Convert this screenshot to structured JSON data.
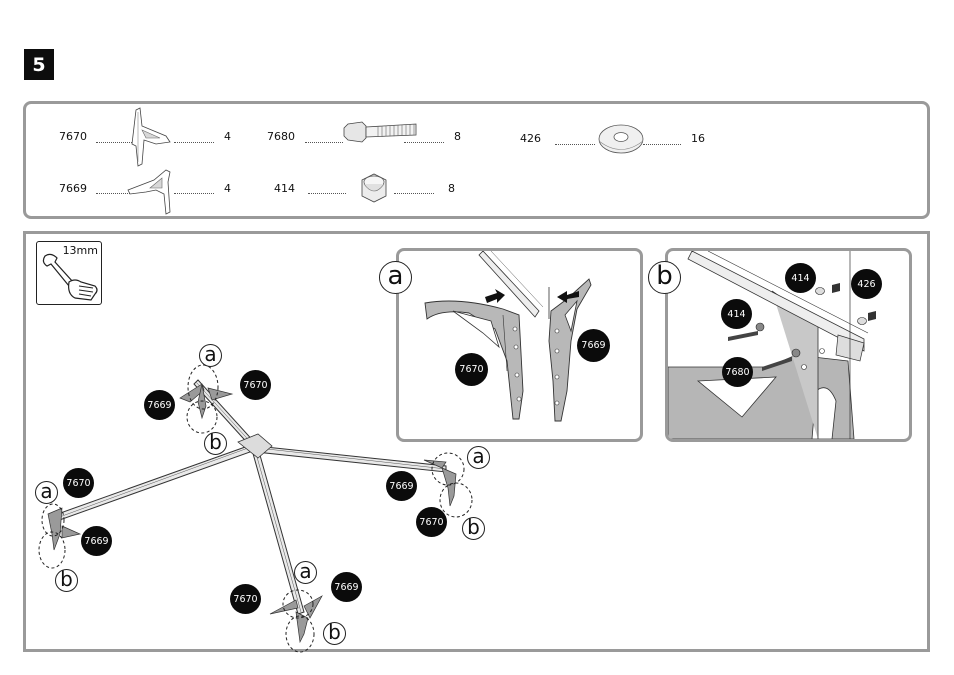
{
  "step": {
    "number": "5"
  },
  "parts": [
    {
      "code": "7670",
      "qty": "4",
      "icon": "bracket-7670-icon"
    },
    {
      "code": "7680",
      "qty": "8",
      "icon": "bolt-icon"
    },
    {
      "code": "426",
      "qty": "16",
      "icon": "washer-icon"
    },
    {
      "code": "7669",
      "qty": "4",
      "icon": "bracket-7669-icon"
    },
    {
      "code": "414",
      "qty": "8",
      "icon": "nut-icon"
    }
  ],
  "tool": {
    "label": "13mm",
    "icon": "wrench-hand-icon"
  },
  "callouts": {
    "a": "a",
    "b": "b"
  },
  "main_labels": {
    "top_left_7670": "7670",
    "top_left_7669": "7669",
    "left_7670": "7670",
    "left_7669": "7669",
    "right_7669": "7669",
    "right_7670": "7670",
    "bottom_7670": "7670",
    "bottom_7669": "7669"
  },
  "detail_a": {
    "label_left": "7670",
    "label_right": "7669"
  },
  "detail_b": {
    "l414_top": "414",
    "l426": "426",
    "l414_left": "414",
    "l7680": "7680"
  }
}
